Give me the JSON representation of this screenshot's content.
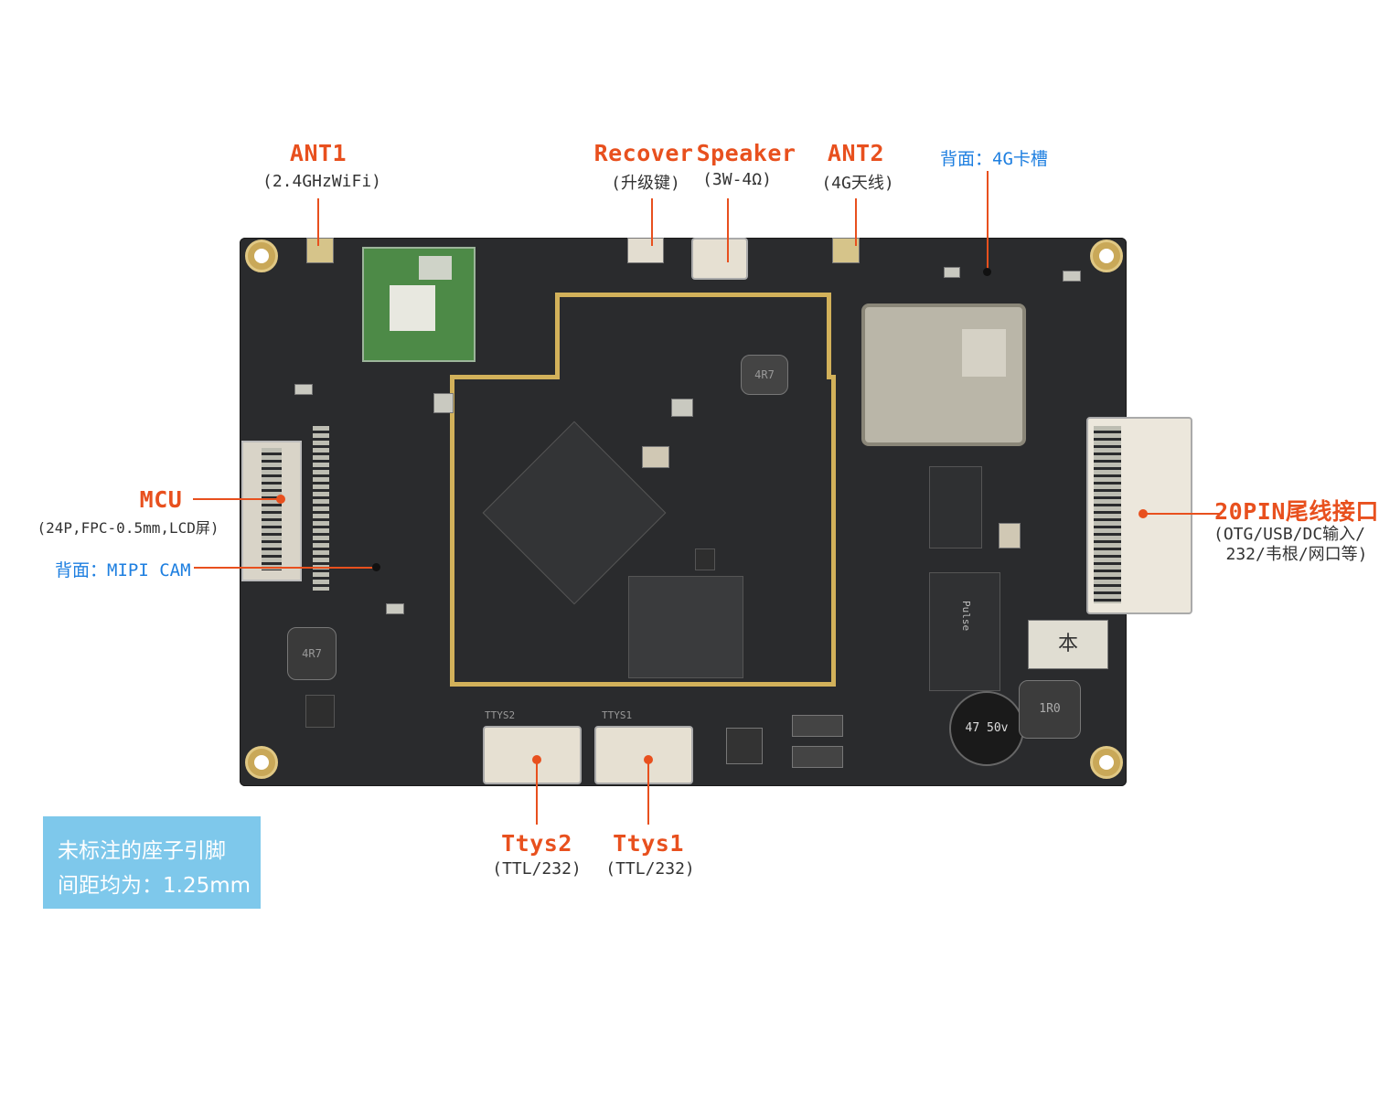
{
  "labels": {
    "ant1": {
      "title": "ANT1",
      "sub": "(2.4GHzWiFi)"
    },
    "recover": {
      "title": "Recover",
      "sub": "(升级键)"
    },
    "speaker": {
      "title": "Speaker",
      "sub": "(3W-4Ω)"
    },
    "ant2": {
      "title": "ANT2",
      "sub": "(4G天线)"
    },
    "back_4g": "背面：4G卡槽",
    "mcu": {
      "title": "MCU",
      "sub": "(24P,FPC-0.5mm,LCD屏)"
    },
    "back_mipi": "背面：MIPI CAM",
    "pin20": {
      "title": "20PIN尾线接口",
      "sub1": "(OTG/USB/DC输入/",
      "sub2": "232/韦根/网口等)"
    },
    "ttys2": {
      "title": "Ttys2",
      "sub": "(TTL/232)"
    },
    "ttys1": {
      "title": "Ttys1",
      "sub": "(TTL/232)"
    }
  },
  "note": {
    "line1": "未标注的座子引脚",
    "line2": "间距均为：1.25mm"
  },
  "board_marks": {
    "ind1": "4R7",
    "ind2": "4R7",
    "ind3": "1R0",
    "cap": "47 50v",
    "transformer": "Pulse",
    "diode_sym": "本",
    "ttys2_silk": "TTYS2",
    "ttys1_silk": "TTYS1"
  },
  "colors": {
    "accent": "#e8501e",
    "blue": "#1e7fe0",
    "note_bg": "#7ec8eb",
    "board": "#2a2b2d",
    "shield": "#d2b15a"
  }
}
